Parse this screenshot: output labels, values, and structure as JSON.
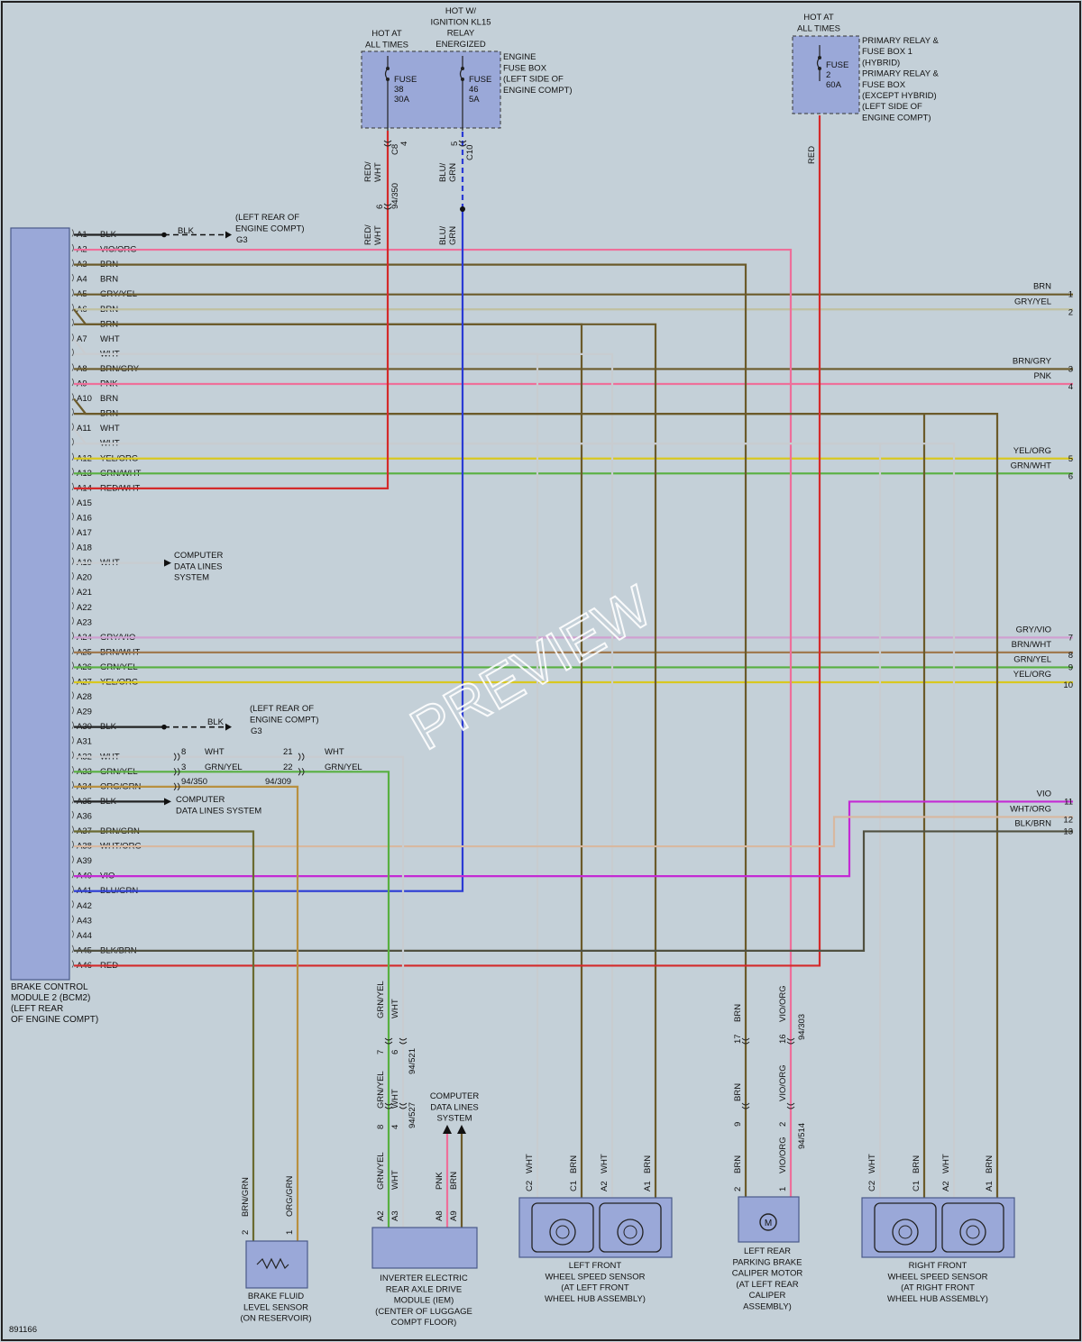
{
  "diagram_id": "891166",
  "watermark": "PREVIEW",
  "colors": {
    "BRN": "#6b5a2a",
    "BLK": "#222222",
    "GRY": "#9aa0a6",
    "WHT": "#d9dde0",
    "RED": "#d42a2a",
    "PNK": "#ee6f9a",
    "VIO": "#c42ad4",
    "YEL": "#d8c820",
    "GRN": "#3aa040",
    "BLU": "#2a3ad4",
    "ORG": "#d89020",
    "BKG": "#c4d0d8"
  },
  "bcm": {
    "label_lines": [
      "BRAKE CONTROL",
      "MODULE 2 (BCM2)",
      "(LEFT REAR",
      "OF ENGINE COMPT)"
    ],
    "pins": [
      {
        "pin": "A1",
        "color": "BLK"
      },
      {
        "pin": "A2",
        "color": "VIO/ORG"
      },
      {
        "pin": "A3",
        "color": "BRN"
      },
      {
        "pin": "A4",
        "color": "BRN"
      },
      {
        "pin": "A5",
        "color": "GRY/YEL"
      },
      {
        "pin": "A6",
        "color": "BRN"
      },
      {
        "pin": "",
        "color": "BRN"
      },
      {
        "pin": "A7",
        "color": "WHT"
      },
      {
        "pin": "",
        "color": "WHT"
      },
      {
        "pin": "A8",
        "color": "BRN/GRY"
      },
      {
        "pin": "A9",
        "color": "PNK"
      },
      {
        "pin": "A10",
        "color": "BRN"
      },
      {
        "pin": "",
        "color": "BRN"
      },
      {
        "pin": "A11",
        "color": "WHT"
      },
      {
        "pin": "",
        "color": "WHT"
      },
      {
        "pin": "A12",
        "color": "YEL/ORG"
      },
      {
        "pin": "A13",
        "color": "GRN/WHT"
      },
      {
        "pin": "A14",
        "color": "RED/WHT"
      },
      {
        "pin": "A15",
        "color": ""
      },
      {
        "pin": "A16",
        "color": ""
      },
      {
        "pin": "A17",
        "color": ""
      },
      {
        "pin": "A18",
        "color": ""
      },
      {
        "pin": "A19",
        "color": "WHT"
      },
      {
        "pin": "A20",
        "color": ""
      },
      {
        "pin": "A21",
        "color": ""
      },
      {
        "pin": "A22",
        "color": ""
      },
      {
        "pin": "A23",
        "color": ""
      },
      {
        "pin": "A24",
        "color": "GRY/VIO"
      },
      {
        "pin": "A25",
        "color": "BRN/WHT"
      },
      {
        "pin": "A26",
        "color": "GRN/YEL"
      },
      {
        "pin": "A27",
        "color": "YEL/ORG"
      },
      {
        "pin": "A28",
        "color": ""
      },
      {
        "pin": "A29",
        "color": ""
      },
      {
        "pin": "A30",
        "color": "BLK"
      },
      {
        "pin": "A31",
        "color": ""
      },
      {
        "pin": "A32",
        "color": "WHT"
      },
      {
        "pin": "A33",
        "color": "GRN/YEL"
      },
      {
        "pin": "A34",
        "color": "ORG/GRN"
      },
      {
        "pin": "A35",
        "color": "BLK"
      },
      {
        "pin": "A36",
        "color": ""
      },
      {
        "pin": "A37",
        "color": "BRN/GRN"
      },
      {
        "pin": "A38",
        "color": "WHT/ORG"
      },
      {
        "pin": "A39",
        "color": ""
      },
      {
        "pin": "A40",
        "color": "VIO"
      },
      {
        "pin": "A41",
        "color": "BLU/GRN"
      },
      {
        "pin": "A42",
        "color": ""
      },
      {
        "pin": "A43",
        "color": ""
      },
      {
        "pin": "A44",
        "color": ""
      },
      {
        "pin": "A45",
        "color": "BLK/BRN"
      },
      {
        "pin": "A46",
        "color": "RED"
      }
    ]
  },
  "labels": {
    "hot_all_times": [
      "HOT AT",
      "ALL TIMES"
    ],
    "hot_ign": [
      "HOT W/",
      "IGNITION KL15",
      "RELAY",
      "ENERGIZED"
    ],
    "engine_fuse_box": [
      "ENGINE",
      "FUSE BOX",
      "(LEFT SIDE OF",
      "ENGINE COMPT)"
    ],
    "fuse38": [
      "FUSE",
      "38",
      "30A"
    ],
    "fuse46": [
      "FUSE",
      "46",
      "5A"
    ],
    "hot_all_times_right": [
      "HOT AT",
      "ALL TIMES"
    ],
    "primary_relay": [
      "PRIMARY RELAY &",
      "FUSE BOX 1",
      "(HYBRID)",
      "PRIMARY RELAY &",
      "FUSE BOX",
      "(EXCEPT HYBRID)",
      "(LEFT SIDE OF",
      "ENGINE COMPT)"
    ],
    "fuse2": [
      "FUSE",
      "2",
      "60A"
    ],
    "ground_loc_1": [
      "(LEFT REAR OF",
      "ENGINE COMPT)"
    ],
    "ground_loc_2": [
      "(LEFT REAR OF",
      "ENGINE COMPT)"
    ],
    "g3": "G3",
    "blk": "BLK",
    "cdl_1": [
      "COMPUTER",
      "DATA LINES",
      "SYSTEM"
    ],
    "cdl_2": [
      "COMPUTER",
      "DATA LINES SYSTEM"
    ],
    "cdl_3": [
      "COMPUTER",
      "DATA LINES",
      "SYSTEM"
    ],
    "brake_fluid": [
      "BRAKE FLUID",
      "LEVEL SENSOR",
      "(ON RESERVOIR)"
    ],
    "iem": [
      "INVERTER ELECTRIC",
      "REAR AXLE DRIVE",
      "MODULE (IEM)",
      "(CENTER OF LUGGAGE",
      "COMPT FLOOR)"
    ],
    "lf_sensor": [
      "LEFT FRONT",
      "WHEEL SPEED SENSOR",
      "(AT LEFT FRONT",
      "WHEEL HUB ASSEMBLY)"
    ],
    "lr_motor": [
      "LEFT REAR",
      "PARKING BRAKE",
      "CALIPER MOTOR",
      "(AT LEFT REAR",
      "CALIPER",
      "ASSEMBLY)"
    ],
    "rf_sensor": [
      "RIGHT FRONT",
      "WHEEL SPEED SENSOR",
      "(AT RIGHT FRONT",
      "WHEEL HUB ASSEMBLY)"
    ],
    "motor_m": "M",
    "conn_8": "8",
    "conn_3": "3",
    "conn_21": "21",
    "conn_22": "22",
    "conn_94350": "94/350",
    "conn_94309": "94/309",
    "wht": "WHT",
    "grnyel": "GRN/YEL",
    "c8": "C8",
    "c10": "C10",
    "pin4": "4",
    "pin5": "5",
    "pin6": "6",
    "c8_94350": "94/350",
    "redwht": [
      "RED/",
      "WHT"
    ],
    "blugrn": [
      "BLU/",
      "GRN"
    ],
    "red": "RED"
  },
  "right_outputs": [
    {
      "label": "BRN",
      "num": "1"
    },
    {
      "label": "GRY/YEL",
      "num": "2"
    },
    {
      "label": "BRN/GRY",
      "num": "3"
    },
    {
      "label": "PNK",
      "num": "4"
    },
    {
      "label": "YEL/ORG",
      "num": "5"
    },
    {
      "label": "GRN/WHT",
      "num": "6"
    },
    {
      "label": "GRY/VIO",
      "num": "7"
    },
    {
      "label": "BRN/WHT",
      "num": "8"
    },
    {
      "label": "GRN/YEL",
      "num": "9"
    },
    {
      "label": "YEL/ORG",
      "num": "10"
    },
    {
      "label": "VIO",
      "num": "11"
    },
    {
      "label": "WHT/ORG",
      "num": "12"
    },
    {
      "label": "BLK/BRN",
      "num": "13"
    }
  ],
  "vertical_labels": {
    "bf_pins": [
      {
        "pin": "2",
        "color": "BRN/GRN"
      },
      {
        "pin": "1",
        "color": "ORG/GRN"
      }
    ],
    "iem_pins": [
      {
        "pin": "A2",
        "color": "GRN/YEL"
      },
      {
        "pin": "A3",
        "color": "WHT"
      },
      {
        "pin": "A8",
        "color": "PNK"
      },
      {
        "pin": "A9",
        "color": "BRN"
      }
    ],
    "iem_conn_upper": [
      {
        "pin": "7",
        "color": "GRN/YEL"
      },
      {
        "pin": "6",
        "color": "WHT"
      }
    ],
    "iem_conn_lower": [
      {
        "pin": "8",
        "color": "GRN/YEL"
      },
      {
        "pin": "4",
        "color": "WHT"
      }
    ],
    "iem_conn_ids": [
      "94/521",
      "94/527"
    ],
    "lf_pins": [
      {
        "pin": "C2",
        "color": "WHT"
      },
      {
        "pin": "C1",
        "color": "BRN"
      },
      {
        "pin": "A2",
        "color": "WHT"
      },
      {
        "pin": "A1",
        "color": "BRN"
      }
    ],
    "rf_pins": [
      {
        "pin": "C2",
        "color": "WHT"
      },
      {
        "pin": "C1",
        "color": "BRN"
      },
      {
        "pin": "A2",
        "color": "WHT"
      },
      {
        "pin": "A1",
        "color": "BRN"
      }
    ],
    "lr_pins": [
      {
        "pin": "2",
        "color": "BRN"
      },
      {
        "pin": "1",
        "color": "VIO/ORG"
      }
    ],
    "lr_conn_upper": [
      {
        "pin": "17",
        "color": "BRN"
      },
      {
        "pin": "16",
        "color": "VIO/ORG"
      }
    ],
    "lr_conn_lower": [
      {
        "pin": "9",
        "color": "BRN"
      },
      {
        "pin": "2",
        "color": "VIO/ORG"
      }
    ],
    "lr_conn_ids": [
      "94/303",
      "94/514"
    ]
  }
}
